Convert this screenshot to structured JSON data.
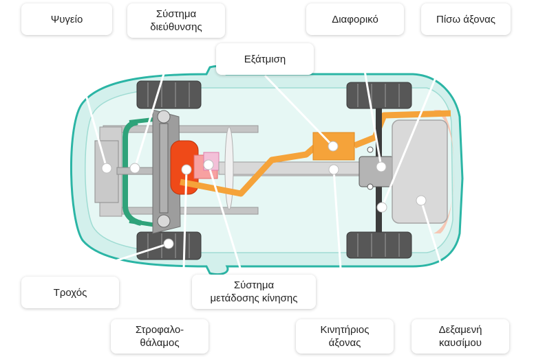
{
  "labels": {
    "radiator": "Ψυγείο",
    "steering": "Σύστημα\nδιεύθυνσης",
    "exhaust": "Εξάτμιση",
    "differential": "Διαφορικό",
    "rear_axle": "Πίσω άξονας",
    "wheel": "Τροχός",
    "transmission": "Σύστημα\nμετάδοσης κίνησης",
    "crankcase": "Στροφαλο-\nθάλαμος",
    "drive_shaft": "Κινητήριος\nάξονας",
    "fuel_tank": "Δεξαμενή\nκαυσίμου"
  },
  "colors": {
    "body": "#cdeee9",
    "body_outline": "#2bb5a5",
    "exhaust": "#f5a33a",
    "engine": "#f2501e",
    "transmission": "#f05a8c",
    "radiator_frame": "#2fa37a",
    "tire": "#555555",
    "frame": "#b9b9b9"
  }
}
